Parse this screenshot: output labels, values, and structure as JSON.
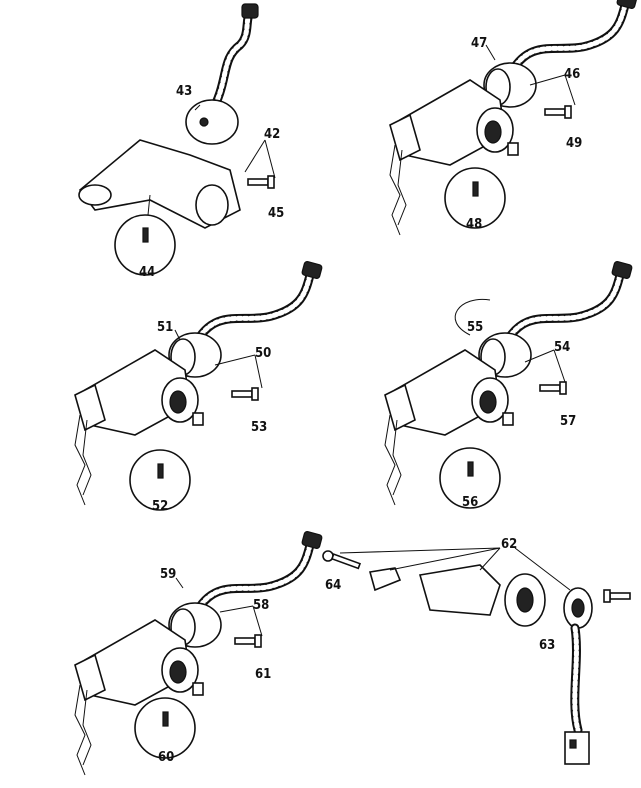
{
  "diagram": {
    "title": "Ignition switch / steering lock assemblies",
    "callouts": {
      "c42": "42",
      "c43": "43",
      "c44": "44",
      "c45": "45",
      "c46": "46",
      "c47": "47",
      "c48": "48",
      "c49": "49",
      "c50": "50",
      "c51": "51",
      "c52": "52",
      "c53": "53",
      "c54": "54",
      "c55": "55",
      "c56": "56",
      "c57": "57",
      "c58": "58",
      "c59": "59",
      "c60": "60",
      "c61": "61",
      "c62": "62",
      "c63": "63",
      "c64": "64"
    }
  }
}
